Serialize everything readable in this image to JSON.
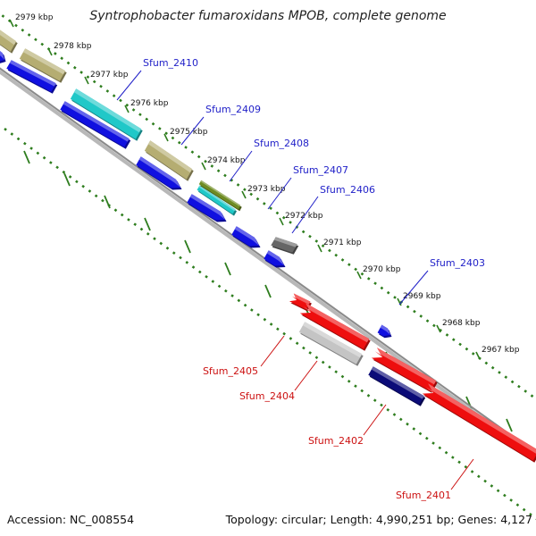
{
  "header": {
    "title": "Syntrophobacter fumaroxidans MPOB, complete genome"
  },
  "footer": {
    "accession": "Accession: NC_008554",
    "topology": "Topology: circular; Length: 4,990,251 bp; Genes: 4,127"
  },
  "colors": {
    "backbone": "#8a8a8a",
    "tick": "#2e7d1e",
    "forward_label": "#1f1fc8",
    "reverse_label": "#cc1111",
    "khaki": "#b5ad72",
    "cyan": "#20c8c8",
    "blue": "#1010e0",
    "olive": "#6e8b22",
    "dark_gray": "#666666",
    "light_gray": "#c4c4c4",
    "red": "#ee0e0e",
    "navy": "#0b0b78"
  },
  "ticks": [
    "2979 kbp",
    "2978 kbp",
    "2977 kbp",
    "2976 kbp",
    "2975 kbp",
    "2974 kbp",
    "2973 kbp",
    "2972 kbp",
    "2971 kbp",
    "2970 kbp",
    "2969 kbp",
    "2968 kbp",
    "2967 kbp"
  ],
  "gene_labels": [
    {
      "name": "Sfum_2410",
      "strand": "forward"
    },
    {
      "name": "Sfum_2409",
      "strand": "forward"
    },
    {
      "name": "Sfum_2408",
      "strand": "forward"
    },
    {
      "name": "Sfum_2407",
      "strand": "forward"
    },
    {
      "name": "Sfum_2406",
      "strand": "forward"
    },
    {
      "name": "Sfum_2403",
      "strand": "forward"
    },
    {
      "name": "Sfum_2405",
      "strand": "reverse"
    },
    {
      "name": "Sfum_2404",
      "strand": "reverse"
    },
    {
      "name": "Sfum_2402",
      "strand": "reverse"
    },
    {
      "name": "Sfum_2401",
      "strand": "reverse"
    }
  ]
}
